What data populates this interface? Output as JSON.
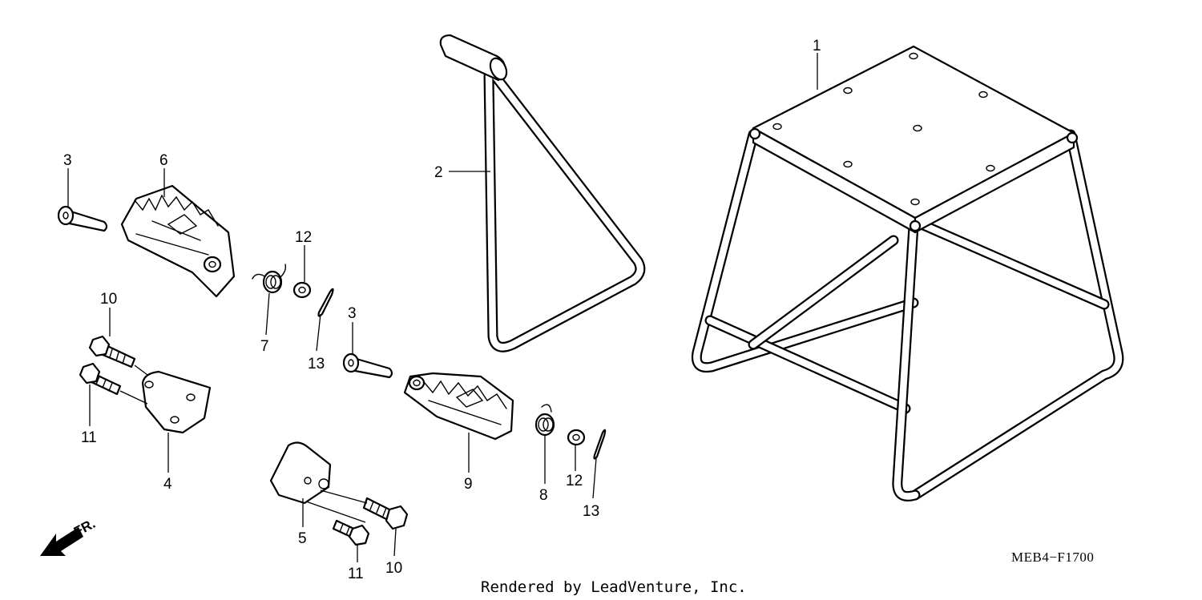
{
  "callouts": {
    "c1": "1",
    "c2": "2",
    "c3a": "3",
    "c3b": "3",
    "c4": "4",
    "c5": "5",
    "c6": "6",
    "c7": "7",
    "c8": "8",
    "c9": "9",
    "c10a": "10",
    "c10b": "10",
    "c11a": "11",
    "c11b": "11",
    "c12a": "12",
    "c12b": "12",
    "c13a": "13",
    "c13b": "13"
  },
  "front_indicator": "FR.",
  "diagram_code": "MEB4−F1700",
  "credit": "Rendered by LeadVenture, Inc."
}
